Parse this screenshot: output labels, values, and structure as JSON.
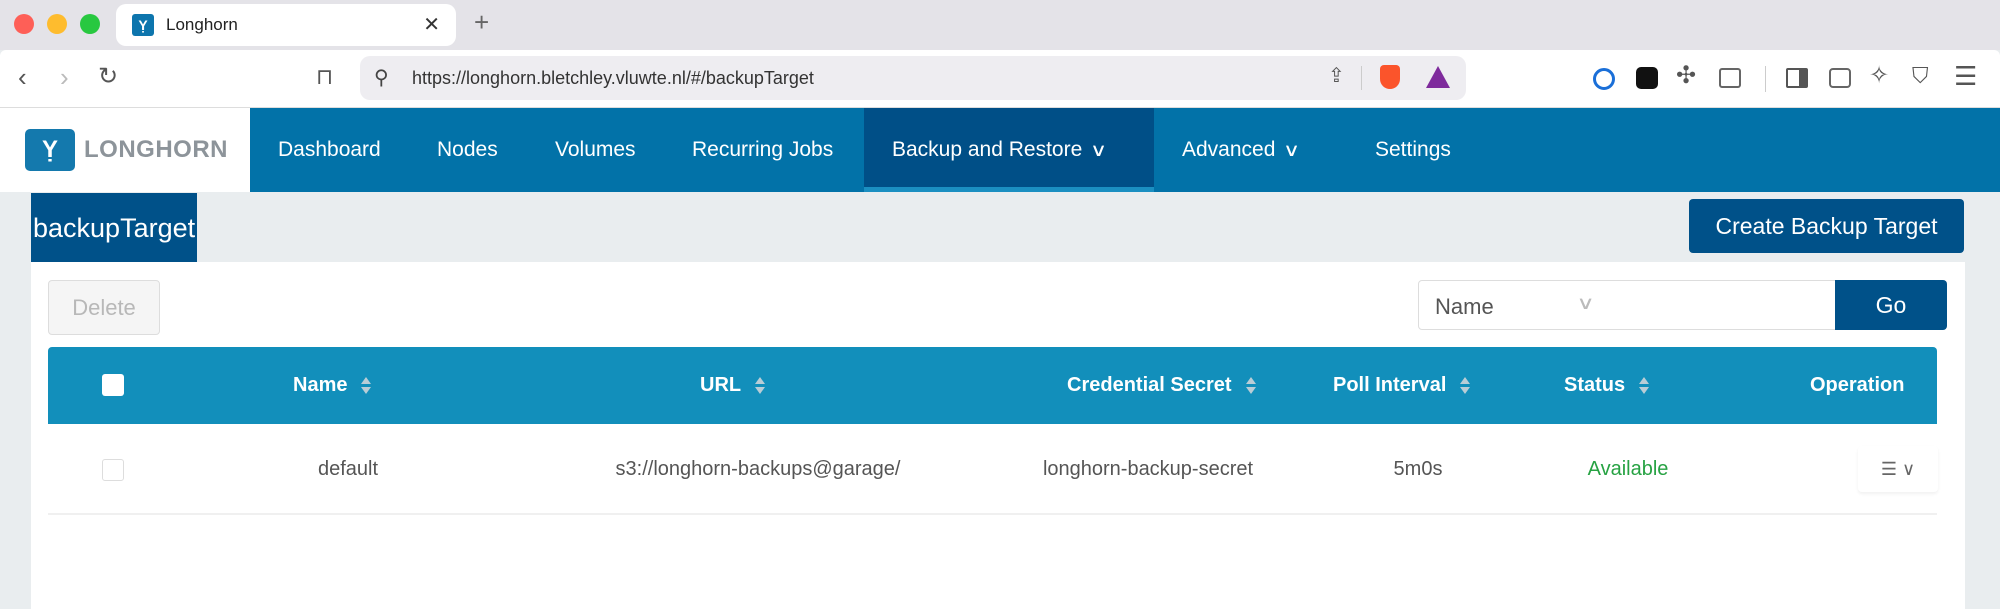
{
  "browser": {
    "tab": {
      "title": "Longhorn",
      "favicon": "longhorn-logo-icon"
    },
    "url": "https://longhorn.bletchley.vluwte.nl/#/backupTarget",
    "toolbar_icons": [
      "back-icon",
      "forward-icon",
      "reload-icon",
      "bookmark-icon",
      "site-settings-icon",
      "share-icon",
      "brave-shields-icon",
      "brave-rewards-icon",
      "1password-icon",
      "extension-icon",
      "puzzle-icon",
      "reader-icon",
      "sidebar-icon",
      "wallet-icon",
      "leo-ai-icon",
      "vpn-icon",
      "menu-icon"
    ]
  },
  "app": {
    "logo_text": "LONGHORN",
    "nav": [
      {
        "label": "Dashboard",
        "dropdown": false,
        "active": false
      },
      {
        "label": "Nodes",
        "dropdown": false,
        "active": false
      },
      {
        "label": "Volumes",
        "dropdown": false,
        "active": false
      },
      {
        "label": "Recurring Jobs",
        "dropdown": false,
        "active": false
      },
      {
        "label": "Backup and Restore",
        "dropdown": true,
        "active": true
      },
      {
        "label": "Advanced",
        "dropdown": true,
        "active": false
      },
      {
        "label": "Settings",
        "dropdown": false,
        "active": false
      }
    ],
    "chevron": "∨"
  },
  "page": {
    "title": "backupTarget",
    "create_button": "Create Backup Target",
    "delete_button": "Delete",
    "search": {
      "field": "Name",
      "value": "",
      "placeholder": "",
      "go_label": "Go"
    },
    "table": {
      "columns": [
        "Name",
        "URL",
        "Credential Secret",
        "Poll Interval",
        "Status",
        "Operation"
      ],
      "rows": [
        {
          "name": "default",
          "url": "s3://longhorn-backups@garage/",
          "credential_secret": "longhorn-backup-secret",
          "poll_interval": "5m0s",
          "status": "Available",
          "operation": "☰ ∨"
        }
      ]
    }
  },
  "colors": {
    "nav": "#0272a8",
    "nav_active": "#004f87",
    "primary_button": "#005189",
    "table_header": "#128fbb",
    "status_available": "#27a243"
  }
}
